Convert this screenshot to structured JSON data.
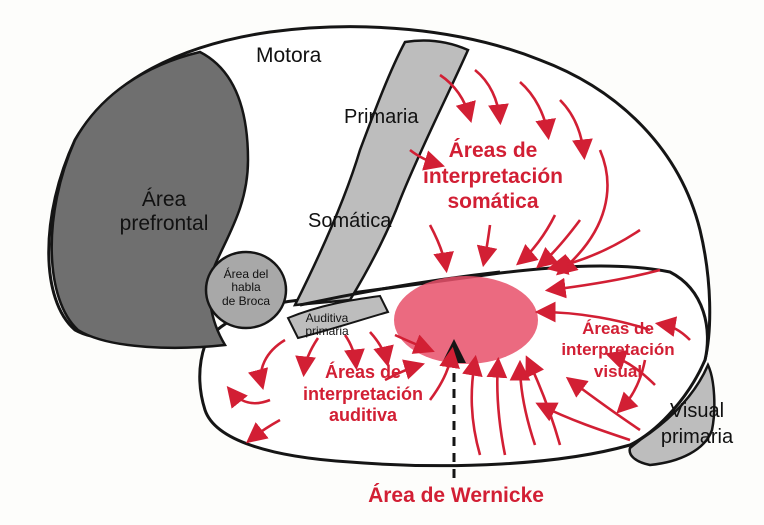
{
  "labels": {
    "motora": "Motora",
    "primaria": "Primaria",
    "somatica": "Somática",
    "area_prefrontal_1": "Área",
    "area_prefrontal_2": "prefrontal",
    "broca_1": "Área del",
    "broca_2": "habla",
    "broca_3": "de Broca",
    "auditiva_1": "Auditiva",
    "auditiva_2": "primaria",
    "visual_1": "Visual",
    "visual_2": "primaria"
  },
  "red_labels": {
    "somatica_1": "Áreas de",
    "somatica_2": "interpretación",
    "somatica_3": "somática",
    "auditiva_1": "Áreas de",
    "auditiva_2": "interpretación",
    "auditiva_3": "auditiva",
    "visual_1": "Áreas de",
    "visual_2": "interpretación",
    "visual_3": "visual",
    "wernicke": "Área de Wernicke"
  },
  "colors": {
    "outline": "#151515",
    "prefrontal": "#6f6f6f",
    "sensory_gray": "#bdbdbd",
    "broca": "#a8a8a8",
    "arrow_red": "#d21f34",
    "wernicke": "#e8506a"
  }
}
